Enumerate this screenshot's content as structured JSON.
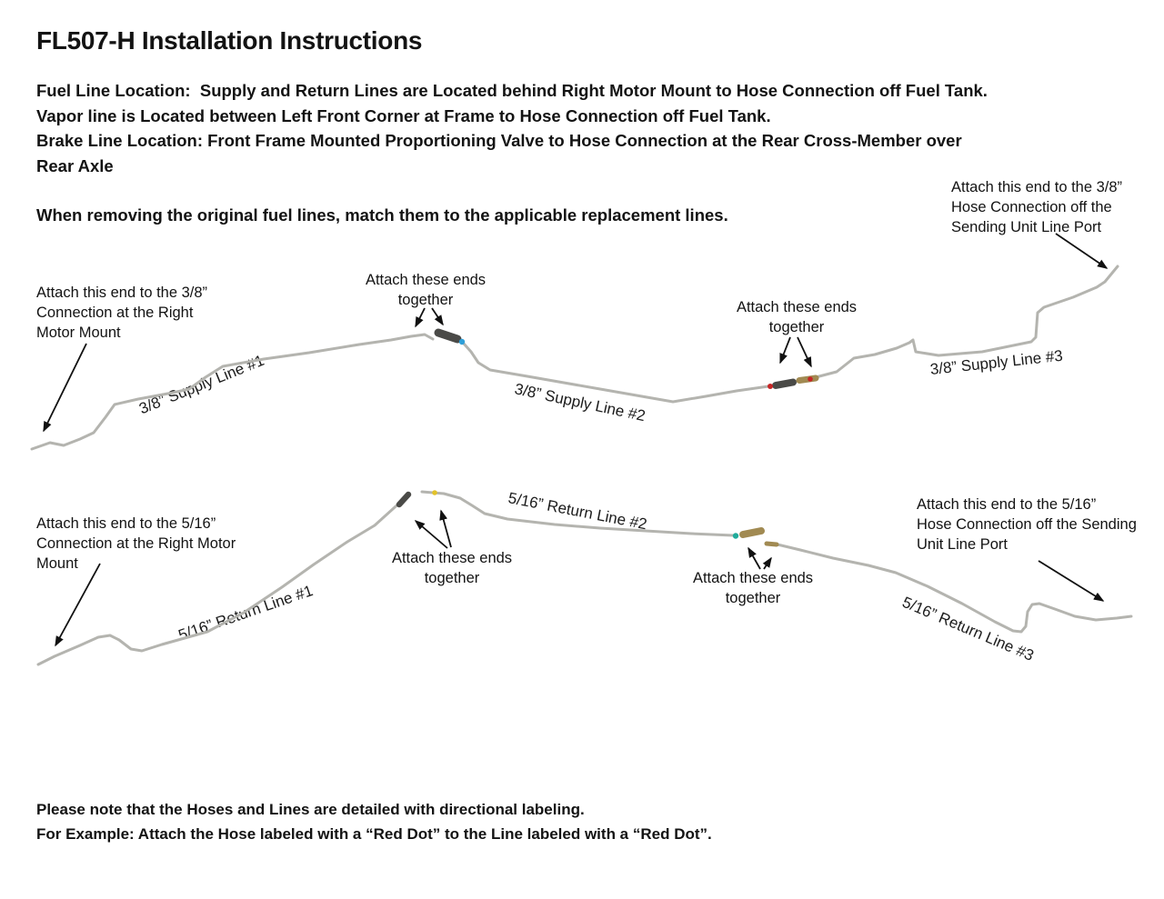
{
  "page": {
    "title": "FL507-H Installation Instructions"
  },
  "intro": {
    "fuel_line": "Fuel Line Location:  Supply and Return Lines are Located behind Right Motor Mount to Hose Connection off Fuel Tank.",
    "vapor_line": "Vapor line is Located between Left Front Corner at Frame to Hose Connection off Fuel Tank.",
    "brake_line": "Brake Line Location: Front Frame Mounted Proportioning Valve to Hose Connection at the Rear Cross-Member over\nRear Axle"
  },
  "instruction": "When removing the original fuel lines, match them to the applicable replacement lines.",
  "supply_diagram": {
    "callout_left": "Attach this end to the 3/8”\nConnection at the Right\nMotor Mount",
    "callout_join_1": "Attach these ends\ntogether",
    "callout_join_2": "Attach these ends\ntogether",
    "callout_right": "Attach this end to the 3/8”\nHose Connection off the\nSending Unit Line Port",
    "line1_label": "3/8” Supply Line #1",
    "line2_label": "3/8” Supply Line #2",
    "line3_label": "3/8” Supply Line #3"
  },
  "return_diagram": {
    "callout_left": "Attach this end to the 5/16”\nConnection at the Right Motor\nMount",
    "callout_join_1": "Attach these ends\ntogether",
    "callout_join_2": "Attach these ends\ntogether",
    "callout_right": "Attach this end to the 5/16”\nHose Connection off the Sending\nUnit Line Port",
    "line1_label": "5/16” Return Line #1",
    "line2_label": "5/16” Return Line #2",
    "line3_label": "5/16” Return Line #3"
  },
  "note": {
    "line1": "Please note that the Hoses and Lines are detailed with directional labeling.",
    "line2": "For Example: Attach the Hose labeled with a “Red Dot” to the Line labeled with a “Red Dot”."
  },
  "connector_dots": {
    "blue": "#2f9fd8",
    "red": "#c62525",
    "yellow": "#e2c229",
    "teal": "#21ab9b"
  },
  "fitting_colors": {
    "steel": "#4a4a47",
    "brass": "#a18a52"
  },
  "tube_color": "#b4b4af"
}
